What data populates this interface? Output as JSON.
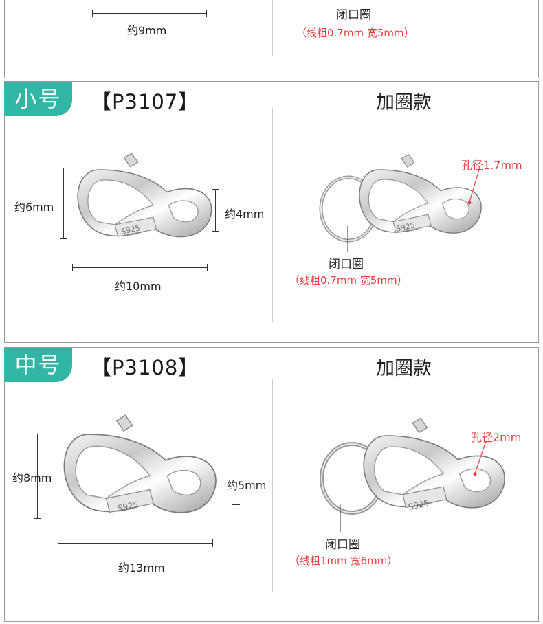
{
  "top_section": {
    "width_label": "约9mm",
    "ring_label": "闭口圈",
    "ring_spec": "（线粗0.7mm   宽5mm）"
  },
  "small": {
    "size_tag": "小号",
    "model": "【P3107】",
    "variant_title": "加圈款",
    "height_label": "约6mm",
    "inner_height_label": "约4mm",
    "width_label": "约10mm",
    "engraving": "S925",
    "hole_label": "孔径1.7mm",
    "ring_label": "闭口圈",
    "ring_spec": "（线粗0.7mm   宽5mm）"
  },
  "medium": {
    "size_tag": "中号",
    "model": "【P3108】",
    "variant_title": "加圈款",
    "height_label": "约8mm",
    "inner_height_label": "约5mm",
    "width_label": "约13mm",
    "engraving": "S925",
    "hole_label": "孔径2mm",
    "ring_label": "闭口圈",
    "ring_spec": "（线粗1mm   宽6mm）"
  },
  "colors": {
    "tag_teal": "#33b5a6",
    "spec_red": "#e43f3f",
    "border_gray": "#9a9a9a"
  }
}
